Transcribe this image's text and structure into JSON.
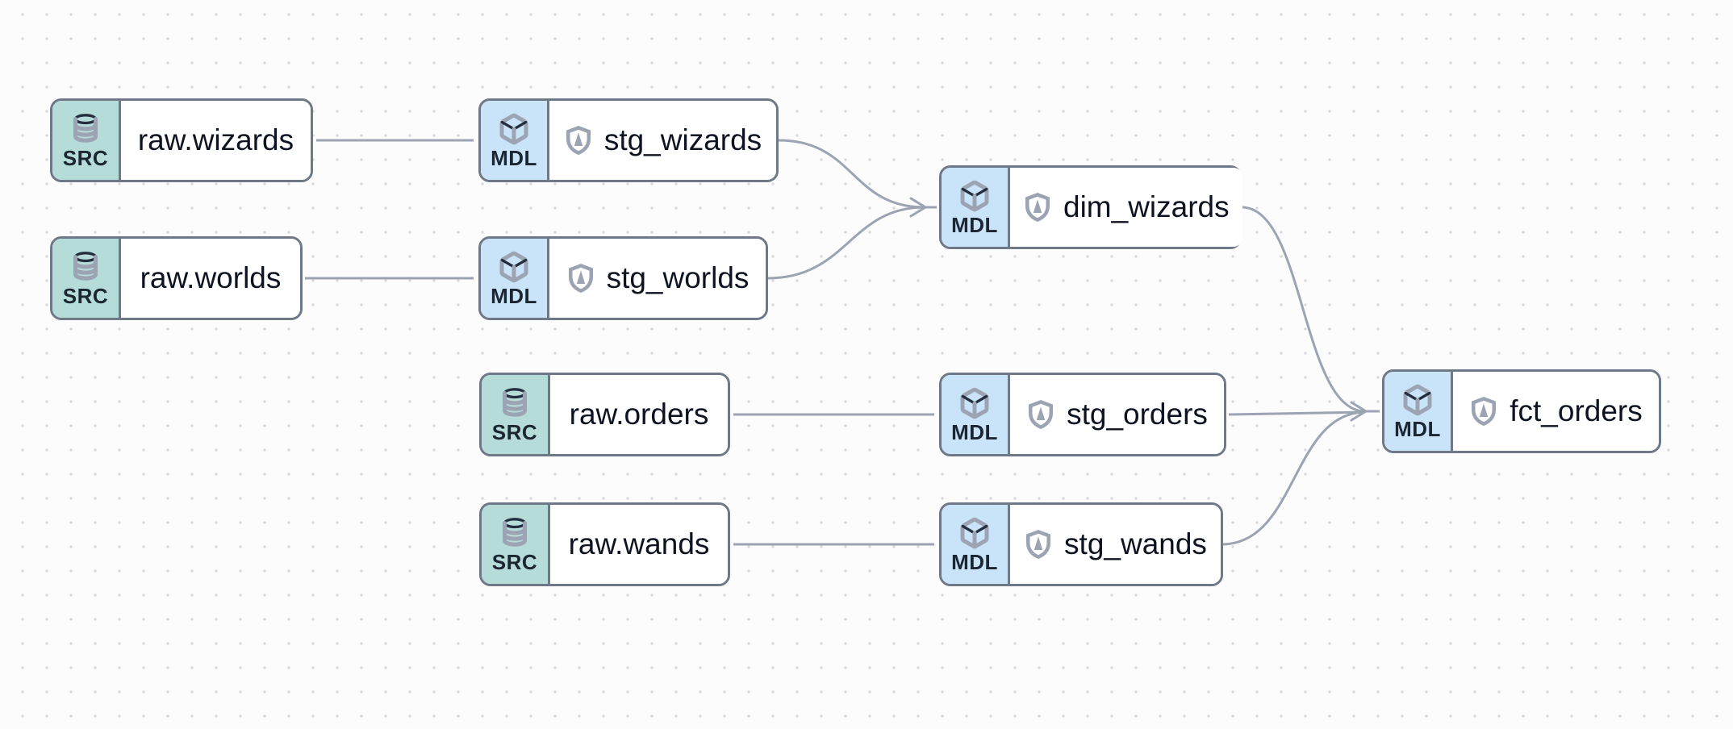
{
  "app": {
    "view": "data-lineage-graph"
  },
  "colors": {
    "canvas_bg": "#fcfcfd",
    "grid_dot": "#d8d8dd",
    "node_border": "#6f7887",
    "edge": "#9ca3b3",
    "src_badge_bg": "#b5dcd8",
    "mdl_badge_bg": "#c9e4f9",
    "badge_text": "#1c2532",
    "node_text": "#0d1320",
    "shield_fill": "#2a3342"
  },
  "nodes": [
    {
      "id": "raw.wizards",
      "type": "source",
      "type_label": "SRC",
      "label": "raw.wizards",
      "shield": false
    },
    {
      "id": "raw.worlds",
      "type": "source",
      "type_label": "SRC",
      "label": "raw.worlds",
      "shield": false
    },
    {
      "id": "raw.orders",
      "type": "source",
      "type_label": "SRC",
      "label": "raw.orders",
      "shield": false
    },
    {
      "id": "raw.wands",
      "type": "source",
      "type_label": "SRC",
      "label": "raw.wands",
      "shield": false
    },
    {
      "id": "stg_wizards",
      "type": "model",
      "type_label": "MDL",
      "label": "stg_wizards",
      "shield": true
    },
    {
      "id": "stg_worlds",
      "type": "model",
      "type_label": "MDL",
      "label": "stg_worlds",
      "shield": true
    },
    {
      "id": "stg_orders",
      "type": "model",
      "type_label": "MDL",
      "label": "stg_orders",
      "shield": true
    },
    {
      "id": "stg_wands",
      "type": "model",
      "type_label": "MDL",
      "label": "stg_wands",
      "shield": true
    },
    {
      "id": "dim_wizards",
      "type": "model",
      "type_label": "MDL",
      "label": "dim_wizards",
      "shield": true
    },
    {
      "id": "fct_orders",
      "type": "model",
      "type_label": "MDL",
      "label": "fct_orders",
      "shield": true
    }
  ],
  "edges": [
    {
      "from": "raw.wizards",
      "to": "stg_wizards"
    },
    {
      "from": "raw.worlds",
      "to": "stg_worlds"
    },
    {
      "from": "raw.orders",
      "to": "stg_orders"
    },
    {
      "from": "raw.wands",
      "to": "stg_wands"
    },
    {
      "from": "stg_wizards",
      "to": "dim_wizards"
    },
    {
      "from": "stg_worlds",
      "to": "dim_wizards"
    },
    {
      "from": "stg_orders",
      "to": "fct_orders"
    },
    {
      "from": "stg_wands",
      "to": "fct_orders"
    },
    {
      "from": "dim_wizards",
      "to": "fct_orders"
    }
  ]
}
